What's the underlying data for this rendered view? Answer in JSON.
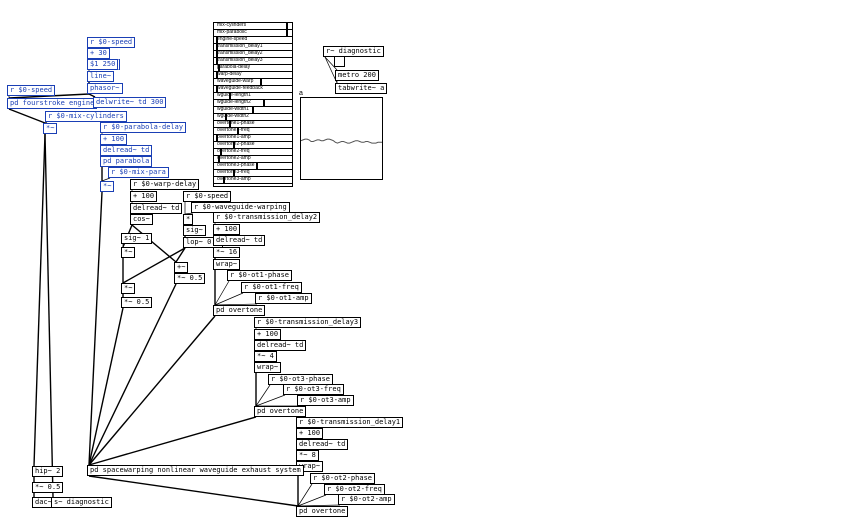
{
  "objects": [
    {
      "id": "r_speed_top",
      "text": "r $0-speed",
      "blue": true
    },
    {
      "id": "plus30",
      "text": "+ 30",
      "blue": true
    },
    {
      "id": "msg250",
      "text": "$1 250",
      "blue": true,
      "msg": true
    },
    {
      "id": "line",
      "text": "line~",
      "blue": true
    },
    {
      "id": "phasor",
      "text": "phasor~",
      "blue": true
    },
    {
      "id": "r_speed_left",
      "text": "r $0-speed",
      "blue": true
    },
    {
      "id": "fourstroke",
      "text": "pd fourstroke engine",
      "blue": true
    },
    {
      "id": "delwrite",
      "text": "delwrite~ td 300",
      "blue": true
    },
    {
      "id": "r_mixcyl",
      "text": "r $0-mix-cylinders",
      "blue": true
    },
    {
      "id": "mult_left",
      "text": "*~",
      "blue": true
    },
    {
      "id": "r_paradelay",
      "text": "r $0-parabola-delay",
      "blue": true
    },
    {
      "id": "plus100_para",
      "text": "+ 100",
      "blue": true
    },
    {
      "id": "delread_para",
      "text": "delread~ td",
      "blue": true
    },
    {
      "id": "pd_parabola",
      "text": "pd parabola",
      "blue": true
    },
    {
      "id": "r_mixpara",
      "text": "r $0-mix-para",
      "blue": true
    },
    {
      "id": "mult_para",
      "text": "*~",
      "blue": true
    },
    {
      "id": "r_warpdelay",
      "text": "r $0-warp-delay"
    },
    {
      "id": "plus100_warp",
      "text": "+ 100"
    },
    {
      "id": "delread_warp",
      "text": "delread~ td"
    },
    {
      "id": "cos",
      "text": "cos~"
    },
    {
      "id": "sig1",
      "text": "sig~ 1"
    },
    {
      "id": "mult_w1",
      "text": "*~"
    },
    {
      "id": "mult_w2",
      "text": "*~"
    },
    {
      "id": "mult_w3",
      "text": "*~"
    },
    {
      "id": "mult05_w",
      "text": "*~ 0.5"
    },
    {
      "id": "r_speed_warp",
      "text": "r $0-speed"
    },
    {
      "id": "r_wgwarp",
      "text": "r $0-waveguide-warping"
    },
    {
      "id": "mult_w4",
      "text": "*"
    },
    {
      "id": "sig_w",
      "text": "sig~"
    },
    {
      "id": "lop",
      "text": "lop~ 0.2"
    },
    {
      "id": "plus_w",
      "text": "+~"
    },
    {
      "id": "mult05_w2",
      "text": "*~ 0.5"
    },
    {
      "id": "r_td2",
      "text": "r $0-transmission_delay2"
    },
    {
      "id": "plus100_2",
      "text": "+ 100"
    },
    {
      "id": "delread_2",
      "text": "delread~ td"
    },
    {
      "id": "mult16",
      "text": "*~ 16"
    },
    {
      "id": "wrap_1",
      "text": "wrap~"
    },
    {
      "id": "r_ot1phase",
      "text": "r $0-ot1-phase"
    },
    {
      "id": "r_ot1freq",
      "text": "r $0-ot1-freq"
    },
    {
      "id": "r_ot1amp",
      "text": "r $0-ot1-amp"
    },
    {
      "id": "overtone1",
      "text": "pd overtone"
    },
    {
      "id": "r_td3",
      "text": "r $0-transmission_delay3"
    },
    {
      "id": "plus100_3",
      "text": "+ 100"
    },
    {
      "id": "delread_3",
      "text": "delread~ td"
    },
    {
      "id": "mult4",
      "text": "*~ 4"
    },
    {
      "id": "wrap_3",
      "text": "wrap~"
    },
    {
      "id": "r_ot3phase",
      "text": "r $0-ot3-phase"
    },
    {
      "id": "r_ot3freq",
      "text": "r $0-ot3-freq"
    },
    {
      "id": "r_ot3amp",
      "text": "r $0-ot3-amp"
    },
    {
      "id": "overtone3",
      "text": "pd overtone"
    },
    {
      "id": "r_td1",
      "text": "r $0-transmission_delay1"
    },
    {
      "id": "plus100_1",
      "text": "+ 100"
    },
    {
      "id": "delread_1",
      "text": "delread~ td"
    },
    {
      "id": "mult8",
      "text": "*~ 8"
    },
    {
      "id": "wrap_2",
      "text": "wrap~"
    },
    {
      "id": "r_ot2phase",
      "text": "r $0-ot2-phase"
    },
    {
      "id": "r_ot2freq",
      "text": "r $0-ot2-freq"
    },
    {
      "id": "r_ot2amp",
      "text": "r $0-ot2-amp"
    },
    {
      "id": "overtone2",
      "text": "pd overtone"
    },
    {
      "id": "hip",
      "text": "hip~ 2"
    },
    {
      "id": "spacewarp",
      "text": "pd spacewarping nonlinear waveguide exhaust system"
    },
    {
      "id": "mult05_out",
      "text": "*~ 0.5"
    },
    {
      "id": "dac",
      "text": "dac~"
    },
    {
      "id": "s_diag",
      "text": "s~ diagnostic"
    },
    {
      "id": "r_diag",
      "text": "r~ diagnostic"
    },
    {
      "id": "metro",
      "text": "metro 200"
    },
    {
      "id": "tabwrite",
      "text": "tabwrite~ a"
    }
  ],
  "sliders": [
    {
      "label": "mix-cylinders",
      "value": 0.95
    },
    {
      "label": "mix-parabolic",
      "value": 0.95
    },
    {
      "label": "engine-speed",
      "value": 0.02
    },
    {
      "label": "transmission_delay1",
      "value": 0.02
    },
    {
      "label": "transmission_delay2",
      "value": 0.02
    },
    {
      "label": "transmission_delay3",
      "value": 0.02
    },
    {
      "label": "parabola-delay",
      "value": 0.05
    },
    {
      "label": "warp-delay",
      "value": 0.02
    },
    {
      "label": "waveguide-warp",
      "value": 0.6
    },
    {
      "label": "waveguide-feedback",
      "value": 0.02
    },
    {
      "label": "wguide-length1",
      "value": 0.2
    },
    {
      "label": "wguide-length2",
      "value": 0.65
    },
    {
      "label": "wguide-width1",
      "value": 0.5
    },
    {
      "label": "wguide-width2",
      "value": 0.15
    },
    {
      "label": "overtone1-phase",
      "value": 0.2
    },
    {
      "label": "overtone1-freq",
      "value": 0.3
    },
    {
      "label": "overtone1-amp",
      "value": 0.02
    },
    {
      "label": "overtone2-phase",
      "value": 0.25
    },
    {
      "label": "overtone2-freq",
      "value": 0.08
    },
    {
      "label": "overtone2-amp",
      "value": 0.05
    },
    {
      "label": "overtone3-phase",
      "value": 0.55
    },
    {
      "label": "overtone3-freq",
      "value": 0.25
    },
    {
      "label": "overtone3-amp",
      "value": 0.12
    }
  ],
  "array": {
    "name": "a",
    "values": [
      0.72,
      0.73,
      0.74,
      0.74,
      0.73,
      0.71,
      0.71,
      0.72,
      0.73,
      0.73,
      0.72,
      0.72,
      0.73,
      0.74,
      0.74,
      0.73,
      0.72,
      0.7,
      0.69,
      0.7,
      0.71,
      0.71,
      0.7,
      0.69,
      0.69,
      0.7,
      0.71,
      0.72,
      0.72,
      0.71,
      0.7,
      0.7,
      0.71,
      0.71,
      0.7,
      0.69,
      0.69,
      0.69,
      0.7,
      0.7,
      0.7
    ]
  },
  "toggle": {
    "on": false
  }
}
